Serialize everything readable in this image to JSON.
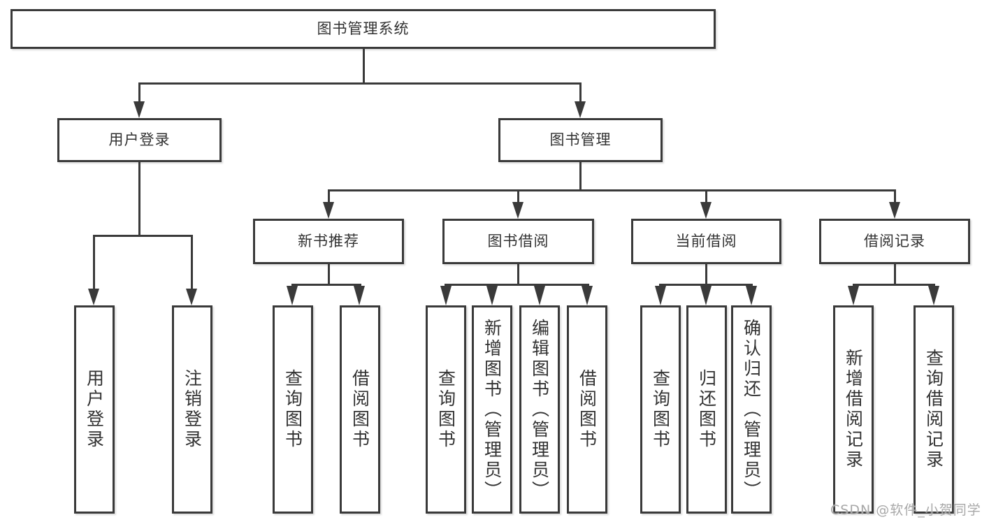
{
  "diagram": {
    "title": "图书管理系统",
    "level2": {
      "user_login_module": "用户登录",
      "book_management": "图书管理"
    },
    "level3": {
      "new_book_recommend": "新书推荐",
      "book_borrowing": "图书借阅",
      "current_borrowing": "当前借阅",
      "borrowing_records": "借阅记录"
    },
    "leaves": {
      "user_login": "用户登录",
      "logout": "注销登录",
      "query_books_recommend": "查询图书",
      "borrow_books_recommend": "借阅图书",
      "query_books_borrowing": "查询图书",
      "add_books_admin": "新增图书（管理员）",
      "edit_books_admin": "编辑图书（管理员）",
      "borrow_books_borrowing": "借阅图书",
      "query_books_current": "查询图书",
      "return_books": "归还图书",
      "confirm_return_admin": "确认归还（管理员）",
      "add_borrowing_record": "新增借阅记录",
      "query_borrowing_record": "查询借阅记录"
    },
    "watermark": "CSDN @软件_小贺同学",
    "colors": {
      "line": "#3a3a3a",
      "text": "#323232",
      "watermark": "#a8a8a8",
      "background": "#ffffff"
    }
  }
}
